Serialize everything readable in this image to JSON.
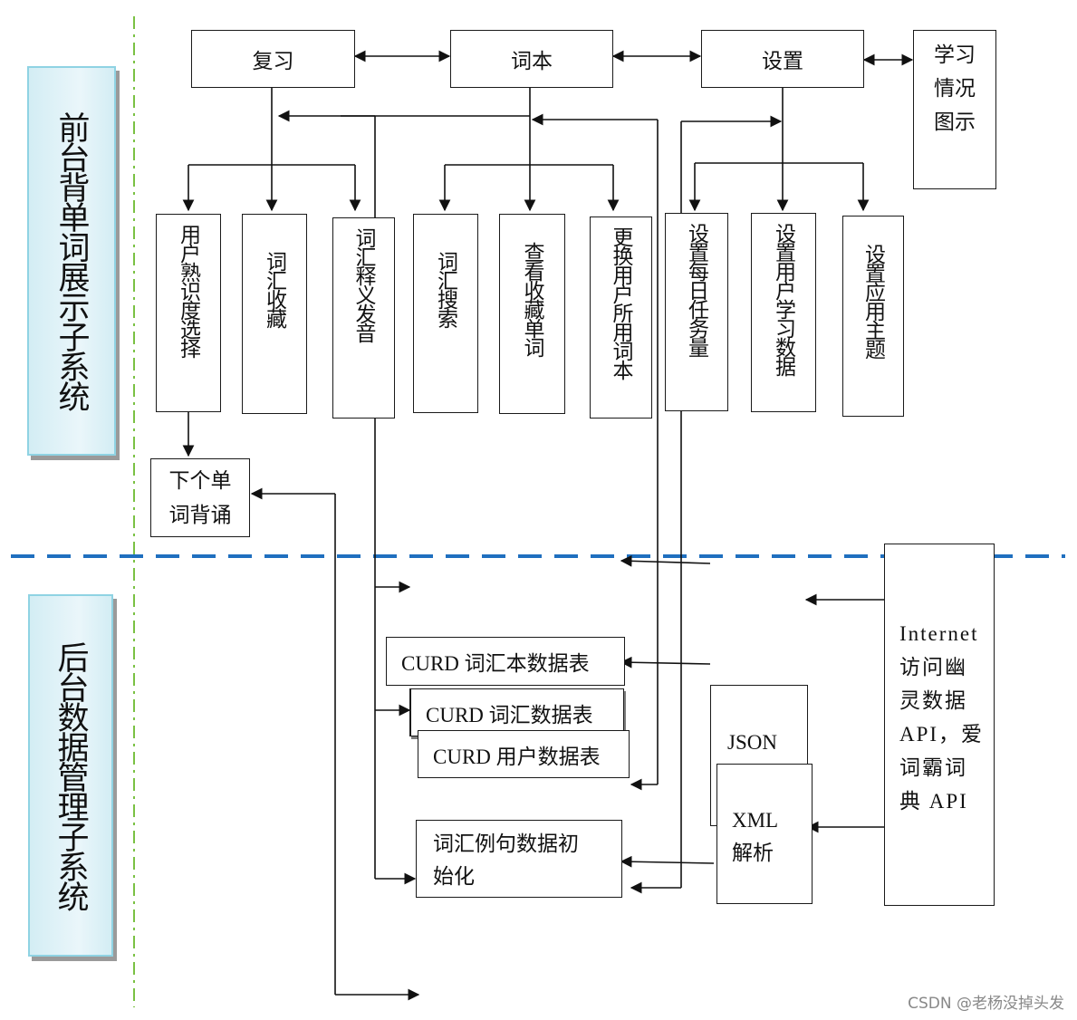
{
  "subsystems": {
    "front": "前台背单词展示子系统",
    "back": "后台数据管理子系统"
  },
  "top_nodes": {
    "review": "复习",
    "wordbook": "词本",
    "settings": "设置",
    "stats": "学习\n情况\n图示"
  },
  "review_children": [
    "用户熟识度选择",
    "词汇收藏",
    "词汇释义发音"
  ],
  "wordbook_children": [
    "词汇搜索",
    "查看收藏单词",
    "更换用户所用词本"
  ],
  "settings_children": [
    "设置每日任务量",
    "设置用户学习数据",
    "设置应用主题"
  ],
  "next_word": "下个单\n词背诵",
  "tables": {
    "wordbook_table": "CURD 词汇本数据表",
    "word_table": "CURD 词汇数据表",
    "user_table": "CURD 用户数据表",
    "example_init": "词汇例句数据初\n始化"
  },
  "parsers": {
    "json": "JSON",
    "xml": "XML\n解析"
  },
  "api": "Internet\n访问幽\n灵数据\nAPI，爱\n词霸词\n典 API",
  "watermark": "CSDN @老杨没掉头发",
  "colors": {
    "divider": "#1f6fbf",
    "guide": "#7ac143",
    "panel": "#dbeff6"
  }
}
